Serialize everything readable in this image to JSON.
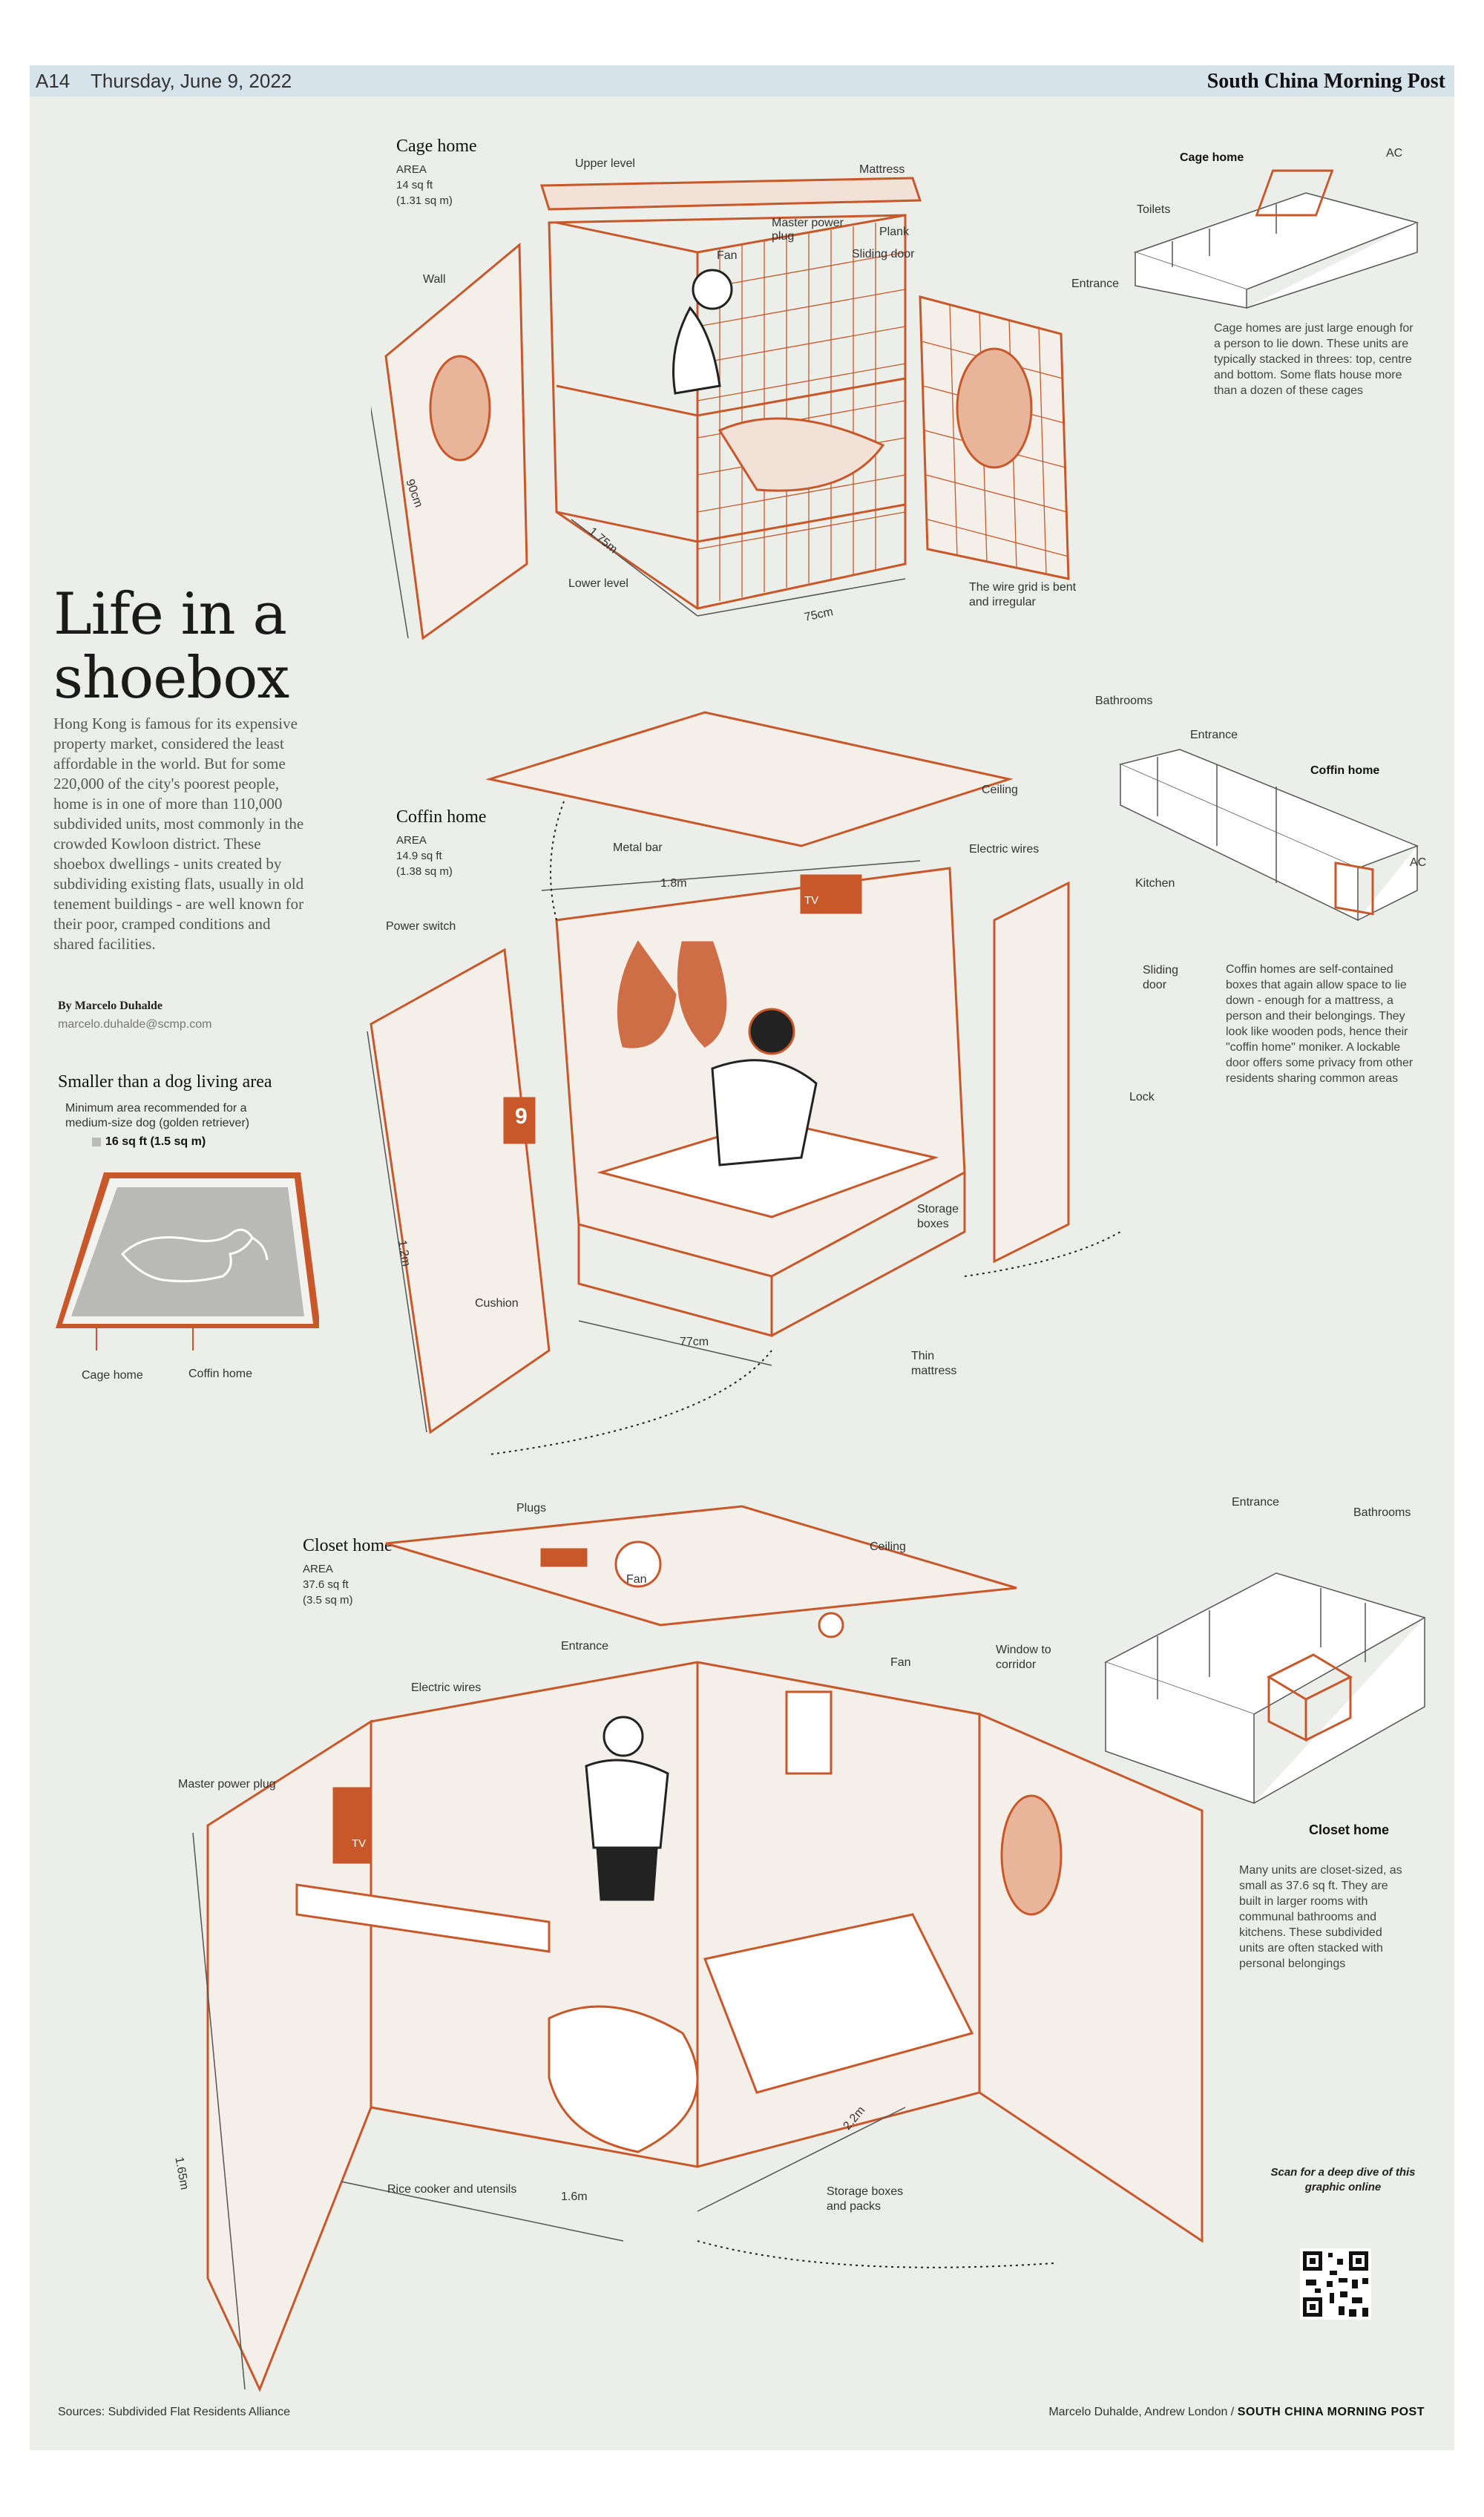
{
  "header": {
    "page": "A14",
    "date": "Thursday, June 9, 2022",
    "brand": "South China Morning Post"
  },
  "headline": {
    "line1": "Life in a",
    "line2": "shoebox"
  },
  "intro": "Hong Kong is famous for its expensive property market, considered the least affordable in the world. But for some 220,000 of the city's poorest people, home is in one of more than 110,000 subdivided units, most commonly in the crowded Kowloon district. These shoebox dwellings - units created by subdividing existing flats, usually in old tenement buildings - are well known for their poor, cramped conditions and shared facilities.",
  "byline": {
    "author": "By Marcelo Duhalde",
    "email": "marcelo.duhalde@scmp.com"
  },
  "dog_panel": {
    "title": "Smaller than a dog living area",
    "note": "Minimum area recommended for a medium-size dog (golden retriever)",
    "area": "16 sq ft (1.5 sq m)",
    "cage_label": "Cage home",
    "coffin_label": "Coffin home"
  },
  "cage": {
    "title": "Cage home",
    "area_label": "AREA",
    "area_sqft": "14 sq ft",
    "area_sqm": "(1.31 sq m)",
    "labels": {
      "upper_level": "Upper level",
      "mattress": "Mattress",
      "master_plug": "Master power plug",
      "plank": "Plank",
      "fan": "Fan",
      "sliding_door": "Sliding door",
      "wall": "Wall",
      "lower_level": "Lower level",
      "grid": "The wire grid is bent and irregular",
      "dim_height": "90cm",
      "dim_length": "1.75m",
      "dim_width": "75cm"
    },
    "inset": {
      "cage_home": "Cage home",
      "ac": "AC",
      "toilets": "Toilets",
      "entrance": "Entrance"
    },
    "desc": "Cage homes are just large enough for a person to lie down. These units are typically stacked in threes: top, centre and bottom. Some flats house more than a dozen of these cages"
  },
  "coffin": {
    "title": "Coffin home",
    "area_label": "AREA",
    "area_sqft": "14.9 sq ft",
    "area_sqm": "(1.38 sq m)",
    "labels": {
      "ceiling": "Ceiling",
      "metal_bar": "Metal bar",
      "electric_wires": "Electric wires",
      "power_switch": "Power switch",
      "sliding_door": "Sliding door",
      "lock": "Lock",
      "storage_boxes": "Storage boxes",
      "cushion": "Cushion",
      "thin_mattress": "Thin mattress",
      "tv": "TV",
      "calendar": "9",
      "dim_length": "1.8m",
      "dim_height": "1.2m",
      "dim_width": "77cm"
    },
    "inset": {
      "bathrooms": "Bathrooms",
      "entrance": "Entrance",
      "coffin_home": "Coffin home",
      "ac": "AC",
      "kitchen": "Kitchen"
    },
    "desc": "Coffin homes are self-contained boxes that again allow space to lie down - enough for a mattress, a person and their belongings. They look like wooden pods, hence their \"coffin home\" moniker. A lockable door offers some privacy from other residents sharing common areas"
  },
  "closet": {
    "title": "Closet home",
    "area_label": "AREA",
    "area_sqft": "37.6 sq ft",
    "area_sqm": "(3.5 sq m)",
    "labels": {
      "plugs": "Plugs",
      "ceiling": "Ceiling",
      "fan_top": "Fan",
      "entrance": "Entrance",
      "fan": "Fan",
      "window": "Window to corridor",
      "electric_wires": "Electric wires",
      "master_plug": "Master power plug",
      "rice_cooker": "Rice cooker and utensils",
      "storage": "Storage boxes and packs",
      "tv": "TV",
      "dim_height": "1.65m",
      "dim_width": "1.6m",
      "dim_length": "2.2m"
    },
    "inset": {
      "entrance": "Entrance",
      "bathrooms": "Bathrooms",
      "closet_home": "Closet home"
    },
    "desc": "Many units are closet-sized, as small as 37.6 sq ft. They are built in larger rooms with communal bathrooms and kitchens. These subdivided units are often stacked with personal belongings"
  },
  "scan_note": "Scan for a deep dive of this graphic online",
  "footer": {
    "source": "Sources: Subdivided Flat Residents Alliance",
    "credit": "Marcelo Duhalde, Andrew London /",
    "credit_brand": "SOUTH CHINA MORNING POST"
  },
  "colors": {
    "accent": "#c8582a",
    "page_bg": "#eceee9",
    "header_bar": "#d7e3ea"
  }
}
